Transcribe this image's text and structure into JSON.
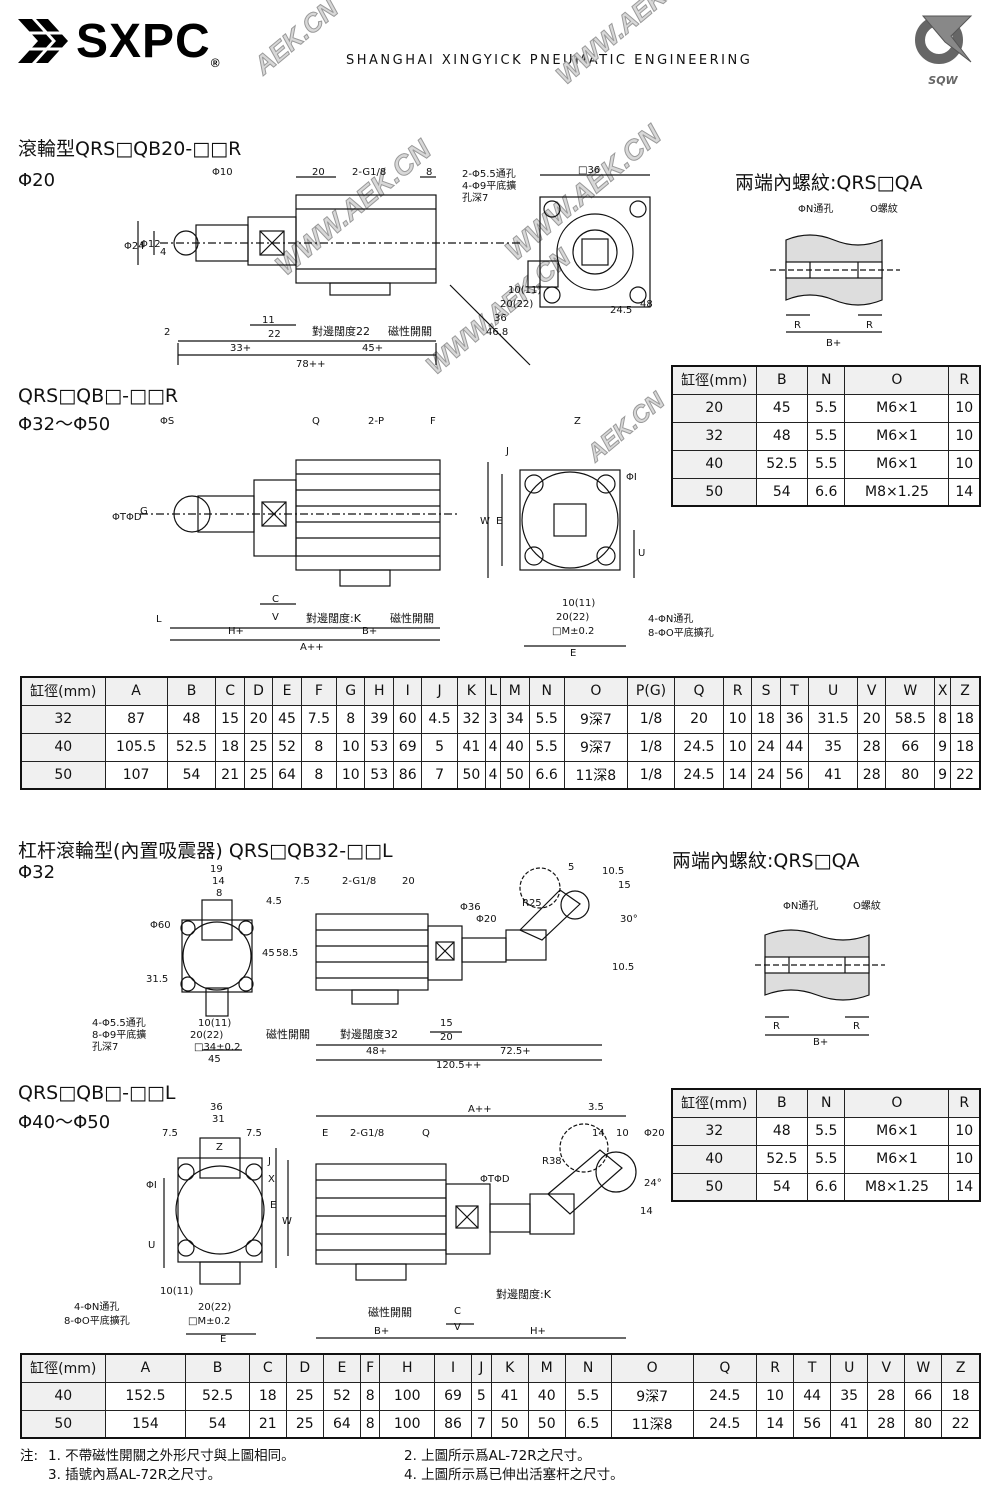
{
  "header": {
    "brand": "SXPC",
    "reg": "®",
    "tagline": "SHANGHAI XINGYICK PNEUMATIC ENGINEERING",
    "sqw": "SQW"
  },
  "watermark": "AEK.CN",
  "watermark2": "WWW.AEK.CN",
  "s1": {
    "title": "滾輪型QRS□QB20-□□R",
    "dia": "Φ20",
    "right_title": "兩端內螺紋:QRS□QA"
  },
  "s1_labels": {
    "phi10": "Φ10",
    "dim20": "20",
    "g18": "2-G1/8",
    "dim8": "8",
    "phi24": "Φ24",
    "phi12": "Φ12",
    "d4": "4",
    "d2": "2",
    "d11": "11",
    "d22": "22",
    "d33": "33+",
    "d45": "45+",
    "d78": "78++",
    "flat22": "對邊闊度22",
    "magsw": "磁性開關",
    "hole55": "2-Φ5.5通孔",
    "cb9": "4-Φ9平底擴",
    "cb9b": "孔深7",
    "sq36": "□36",
    "d10": "10(11)",
    "d20": "20(22)",
    "d36": "36",
    "d468": "46.8",
    "d245": "24.5",
    "d48": "48",
    "nhole": "ΦN通孔",
    "othread": "O螺紋",
    "r": "R",
    "b": "B+"
  },
  "table_small_1": {
    "header": [
      "缸徑(mm)",
      "B",
      "N",
      "O",
      "R"
    ],
    "rows": [
      [
        "20",
        "45",
        "5.5",
        "M6×1",
        "10"
      ],
      [
        "32",
        "48",
        "5.5",
        "M6×1",
        "10"
      ],
      [
        "40",
        "52.5",
        "5.5",
        "M6×1",
        "10"
      ],
      [
        "50",
        "54",
        "6.6",
        "M8×1.25",
        "14"
      ]
    ]
  },
  "s2": {
    "title": "QRS□QB□-□□R",
    "dia": "Φ32～Φ50"
  },
  "s2_labels": {
    "phis": "ΦS",
    "q": "Q",
    "p": "2-P",
    "f": "F",
    "j": "J",
    "z": "Z",
    "phit": "ΦT",
    "phid": "ΦD",
    "g": "G",
    "w": "W",
    "e": "E",
    "u": "U",
    "phii": "ΦI",
    "c": "C",
    "v": "V",
    "l": "L",
    "h": "H+",
    "b": "B+",
    "a": "A++",
    "flatk": "對邊闊度:K",
    "magsw": "磁性開關",
    "d10": "10(11)",
    "d20": "20(22)",
    "m": "□M±0.2",
    "ee": "E",
    "n": "4-ΦN通孔",
    "o": "8-ΦO平底擴孔"
  },
  "table_main": {
    "header": [
      "缸徑(mm)",
      "A",
      "B",
      "C",
      "D",
      "E",
      "F",
      "G",
      "H",
      "I",
      "J",
      "K",
      "L",
      "M",
      "N",
      "O",
      "P(G)",
      "Q",
      "R",
      "S",
      "T",
      "U",
      "V",
      "W",
      "X",
      "Z"
    ],
    "rows": [
      [
        "32",
        "87",
        "48",
        "15",
        "20",
        "45",
        "7.5",
        "8",
        "39",
        "60",
        "4.5",
        "32",
        "3",
        "34",
        "5.5",
        "9深7",
        "1/8",
        "20",
        "10",
        "18",
        "36",
        "31.5",
        "20",
        "58.5",
        "8",
        "18"
      ],
      [
        "40",
        "105.5",
        "52.5",
        "18",
        "25",
        "52",
        "8",
        "10",
        "53",
        "69",
        "5",
        "41",
        "4",
        "40",
        "5.5",
        "9深7",
        "1/8",
        "24.5",
        "10",
        "24",
        "44",
        "35",
        "28",
        "66",
        "9",
        "18"
      ],
      [
        "50",
        "107",
        "54",
        "21",
        "25",
        "64",
        "8",
        "10",
        "53",
        "86",
        "7",
        "50",
        "4",
        "50",
        "6.6",
        "11深8",
        "1/8",
        "24.5",
        "14",
        "24",
        "56",
        "41",
        "28",
        "80",
        "9",
        "22"
      ]
    ]
  },
  "s3": {
    "title": "杠杆滾輪型(內置吸震器) QRS□QB32-□□L",
    "dia": "Φ32",
    "right_title": "兩端內螺紋:QRS□QA"
  },
  "s3_labels": {
    "d19": "19",
    "d14": "14",
    "d8": "8",
    "phi60": "Φ60",
    "d45": "4.5",
    "d45b": "45",
    "d585": "58.5",
    "d315": "31.5",
    "hole": "4-Φ5.5通孔",
    "cb": "8-Φ9平底擴",
    "cb2": "孔深7",
    "d1011": "10(11)",
    "d2022": "20(22)",
    "d34": "□34±0.2",
    "d45c": "45",
    "d75": "7.5",
    "g18": "2-G1/8",
    "d20": "20",
    "phi36": "Φ36",
    "phi20": "Φ20",
    "r25": "R25",
    "d5": "5",
    "d105": "10.5",
    "d15": "15",
    "d30": "30°",
    "d105b": "10.5",
    "magsw": "磁性開關",
    "flat32": "對邊闊度32",
    "d15b": "15",
    "d20b": "20",
    "d48": "48+",
    "d725": "72.5+",
    "d1205": "120.5++"
  },
  "table_small_2": {
    "header": [
      "缸徑(mm)",
      "B",
      "N",
      "O",
      "R"
    ],
    "rows": [
      [
        "32",
        "48",
        "5.5",
        "M6×1",
        "10"
      ],
      [
        "40",
        "52.5",
        "5.5",
        "M6×1",
        "10"
      ],
      [
        "50",
        "54",
        "6.6",
        "M8×1.25",
        "14"
      ]
    ]
  },
  "s4": {
    "title": "QRS□QB□-□□L",
    "dia": "Φ40～Φ50"
  },
  "s4_labels": {
    "d36": "36",
    "d31": "31",
    "d75": "7.5",
    "d75b": "7.5",
    "z": "Z",
    "j": "J",
    "x": "X",
    "e": "E",
    "w": "W",
    "phii": "ΦI",
    "u": "U",
    "a": "A++",
    "ef": "E",
    "g18": "2-G1/8",
    "q": "Q",
    "d35": "3.5",
    "d14": "14",
    "d10": "10",
    "phi20": "Φ20",
    "r38": "R38",
    "d24": "24°",
    "d14b": "14",
    "phit": "ΦT",
    "phid": "ΦD",
    "flatk": "對邊闊度:K",
    "n": "4-ΦN通孔",
    "o": "8-ΦO平底擴孔",
    "d1011": "10(11)",
    "d2022": "20(22)",
    "m": "□M±0.2",
    "ee": "E",
    "magsw": "磁性開關",
    "c": "C",
    "v": "V",
    "b": "B+",
    "h": "H+"
  },
  "table_bottom": {
    "header": [
      "缸徑(mm)",
      "A",
      "B",
      "C",
      "D",
      "E",
      "F",
      "H",
      "I",
      "J",
      "K",
      "M",
      "N",
      "O",
      "Q",
      "R",
      "T",
      "U",
      "V",
      "W",
      "Z"
    ],
    "rows": [
      [
        "40",
        "152.5",
        "52.5",
        "18",
        "25",
        "52",
        "8",
        "100",
        "69",
        "5",
        "41",
        "40",
        "5.5",
        "9深7",
        "24.5",
        "10",
        "44",
        "35",
        "28",
        "66",
        "18"
      ],
      [
        "50",
        "154",
        "54",
        "21",
        "25",
        "64",
        "8",
        "100",
        "86",
        "7",
        "50",
        "50",
        "6.5",
        "11深8",
        "24.5",
        "14",
        "56",
        "41",
        "28",
        "80",
        "22"
      ]
    ]
  },
  "notes": {
    "label": "注:",
    "n1": "1. 不帶磁性開關之外形尺寸與上圖相同。",
    "n2": "2. 上圖所示爲AL-72R之尺寸。",
    "n3": "3. 插號內爲AL-72R之尺寸。",
    "n4": "4. 上圖所示爲已伸出活塞杆之尺寸。"
  }
}
